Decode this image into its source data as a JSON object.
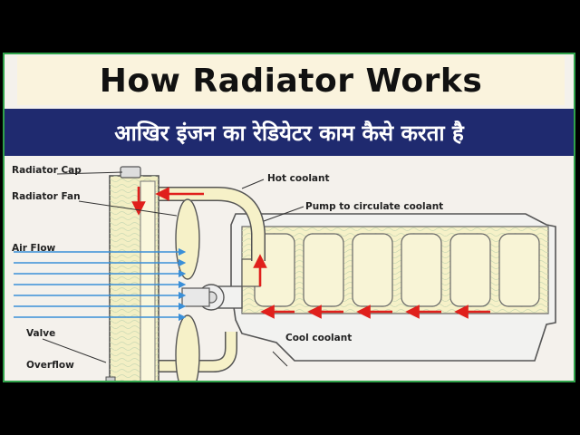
{
  "title": "How Radiator Works",
  "subtitle": "आखिर इंजन का रेडियेटर काम कैसे करता है",
  "labels": {
    "radiator_cap": "Radiator Cap",
    "radiator_fan": "Radiator Fan",
    "air_flow": "Air Flow",
    "valve": "Valve",
    "overflow": "Overflow",
    "hot_coolant": "Hot coolant",
    "pump": "Pump to circulate coolant",
    "cool_coolant": "Cool coolant"
  },
  "colors": {
    "frame": "#2fa24a",
    "subtitle_bg": "#1f2a6f",
    "flow_arrow": "#e0201c",
    "air_arrow": "#3a8fd8",
    "radiator_fill": "#f3efc4"
  }
}
